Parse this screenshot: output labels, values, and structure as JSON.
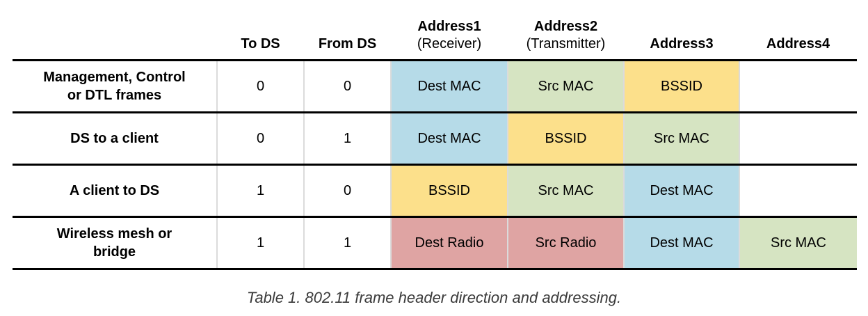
{
  "chart_data": {
    "type": "table",
    "caption": "Table 1. 802.11 frame header direction and addressing.",
    "cell_colors": {
      "blue": "#b6dbe8",
      "green": "#d6e4c2",
      "yellow": "#fce08b",
      "red": "#dfa4a3",
      "empty": "#ffffff"
    },
    "columns": [
      {
        "title": "",
        "subtitle": ""
      },
      {
        "title": "To DS",
        "subtitle": ""
      },
      {
        "title": "From DS",
        "subtitle": ""
      },
      {
        "title": "Address1",
        "subtitle": "(Receiver)"
      },
      {
        "title": "Address2",
        "subtitle": "(Transmitter)"
      },
      {
        "title": "Address3",
        "subtitle": ""
      },
      {
        "title": "Address4",
        "subtitle": ""
      }
    ],
    "rows": [
      {
        "label": "Management, Control or DTL frames",
        "to_ds": "0",
        "from_ds": "0",
        "address1": {
          "text": "Dest MAC",
          "bg": "#b6dbe8"
        },
        "address2": {
          "text": "Src MAC",
          "bg": "#d6e4c2"
        },
        "address3": {
          "text": "BSSID",
          "bg": "#fce08b"
        },
        "address4": {
          "text": "",
          "bg": "#ffffff"
        }
      },
      {
        "label": "DS to a client",
        "to_ds": "0",
        "from_ds": "1",
        "address1": {
          "text": "Dest MAC",
          "bg": "#b6dbe8"
        },
        "address2": {
          "text": "BSSID",
          "bg": "#fce08b"
        },
        "address3": {
          "text": "Src MAC",
          "bg": "#d6e4c2"
        },
        "address4": {
          "text": "",
          "bg": "#ffffff"
        }
      },
      {
        "label": "A client to DS",
        "to_ds": "1",
        "from_ds": "0",
        "address1": {
          "text": "BSSID",
          "bg": "#fce08b"
        },
        "address2": {
          "text": "Src MAC",
          "bg": "#d6e4c2"
        },
        "address3": {
          "text": "Dest MAC",
          "bg": "#b6dbe8"
        },
        "address4": {
          "text": "",
          "bg": "#ffffff"
        }
      },
      {
        "label": "Wireless mesh or bridge",
        "to_ds": "1",
        "from_ds": "1",
        "address1": {
          "text": "Dest Radio",
          "bg": "#dfa4a3"
        },
        "address2": {
          "text": "Src Radio",
          "bg": "#dfa4a3"
        },
        "address3": {
          "text": "Dest MAC",
          "bg": "#b6dbe8"
        },
        "address4": {
          "text": "Src MAC",
          "bg": "#d6e4c2"
        }
      }
    ]
  }
}
